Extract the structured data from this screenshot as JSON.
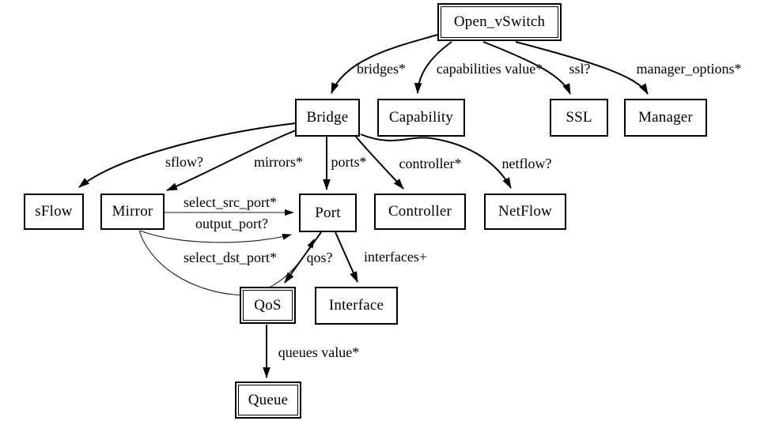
{
  "diagram": {
    "background": "#ffffff",
    "line_color": "#000000",
    "text_color": "#000000"
  },
  "nodes": {
    "open_vswitch": {
      "label": "Open_vSwitch",
      "border": "double"
    },
    "bridge": {
      "label": "Bridge",
      "border": "single"
    },
    "capability": {
      "label": "Capability",
      "border": "single"
    },
    "ssl": {
      "label": "SSL",
      "border": "single"
    },
    "manager": {
      "label": "Manager",
      "border": "single"
    },
    "sflow": {
      "label": "sFlow",
      "border": "single"
    },
    "mirror": {
      "label": "Mirror",
      "border": "single"
    },
    "port": {
      "label": "Port",
      "border": "single"
    },
    "controller": {
      "label": "Controller",
      "border": "single"
    },
    "netflow": {
      "label": "NetFlow",
      "border": "single"
    },
    "qos": {
      "label": "QoS",
      "border": "double"
    },
    "interface": {
      "label": "Interface",
      "border": "single"
    },
    "queue": {
      "label": "Queue",
      "border": "double"
    }
  },
  "edge_labels": {
    "bridges": "bridges*",
    "capabilities": "capabilities value*",
    "ssl": "ssl?",
    "manager_options": "manager_options*",
    "sflow": "sflow?",
    "mirrors": "mirrors*",
    "ports": "ports*",
    "controller": "controller*",
    "netflow": "netflow?",
    "select_src_port": "select_src_port*",
    "output_port": "output_port?",
    "select_dst_port": "select_dst_port*",
    "qos": "qos?",
    "interfaces": "interfaces+",
    "queues": "queues value*"
  }
}
